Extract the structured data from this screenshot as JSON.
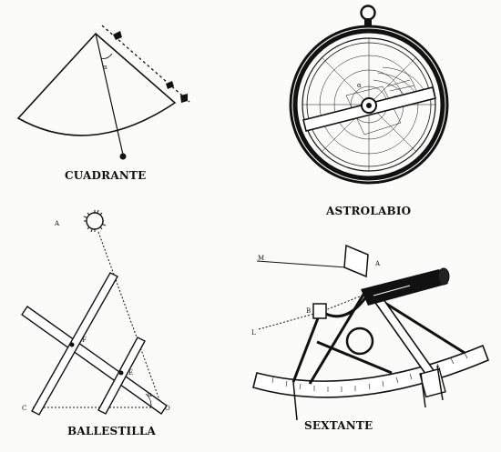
{
  "captions": {
    "cuadrante": "CUADRANTE",
    "astrolabio": "ASTROLABIO",
    "ballestilla": "BALLESTILLA",
    "sextante": "SEXTANTE"
  },
  "labels": {
    "cuadrante_alpha": "α",
    "astrolabio_alpha": "α",
    "ballestilla_a": "A",
    "ballestilla_c": "C",
    "ballestilla_o": "O",
    "ballestilla_f": "F",
    "ballestilla_e": "E",
    "ballestilla_alpha": "α",
    "sextante_m": "M",
    "sextante_a": "A",
    "sextante_b": "B",
    "sextante_l": "L"
  }
}
